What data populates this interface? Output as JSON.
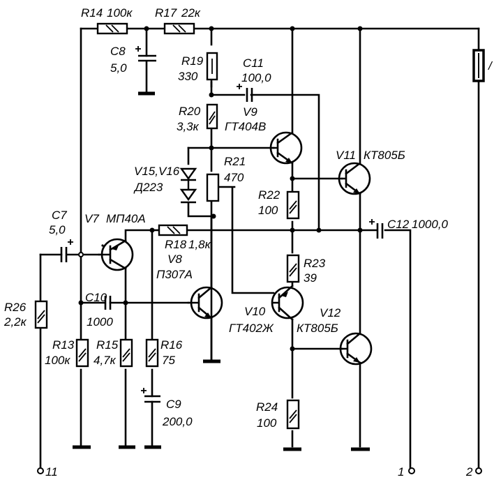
{
  "title": "Audio power amplifier schematic",
  "components": {
    "R14": {
      "ref": "R14",
      "value": "100к"
    },
    "R17": {
      "ref": "R17",
      "value": "22к"
    },
    "C8": {
      "ref": "C8",
      "value": "5,0"
    },
    "R19": {
      "ref": "R19",
      "value": "330"
    },
    "C11": {
      "ref": "C11",
      "value": "100,0"
    },
    "R20": {
      "ref": "R20",
      "value": "3,3к"
    },
    "V9": {
      "ref": "V9",
      "value": "ГТ404В"
    },
    "V15V16": {
      "ref": "V15,V16",
      "value": "Д223"
    },
    "R21": {
      "ref": "R21",
      "value": "470"
    },
    "V11": {
      "ref": "V11",
      "value": "КТ805Б"
    },
    "R22": {
      "ref": "R22",
      "value": "100"
    },
    "C12": {
      "ref": "C12",
      "value": "1000,0"
    },
    "C7": {
      "ref": "C7",
      "value": "5,0"
    },
    "V7": {
      "ref": "V7",
      "value": "МП40А"
    },
    "R18": {
      "ref": "R18",
      "value": "1,8к"
    },
    "V8": {
      "ref": "V8",
      "value": "П307А"
    },
    "R23": {
      "ref": "R23",
      "value": "39"
    },
    "R26": {
      "ref": "R26",
      "value": "2,2к"
    },
    "C10": {
      "ref": "C10",
      "value": "1000"
    },
    "V10": {
      "ref": "V10",
      "value": "ГТ402Ж"
    },
    "V12": {
      "ref": "V12",
      "value": "КТ805Б"
    },
    "R13": {
      "ref": "R13",
      "value": "100к"
    },
    "R15": {
      "ref": "R15",
      "value": "4,7к"
    },
    "R16": {
      "ref": "R16",
      "value": "75"
    },
    "C9": {
      "ref": "C9",
      "value": "200,0"
    },
    "R24": {
      "ref": "R24",
      "value": "100"
    },
    "F": {
      "ref": "/",
      "value": ""
    }
  },
  "terminals": {
    "t11": "11",
    "t1": "1",
    "t2": "2"
  },
  "polarity": "+"
}
